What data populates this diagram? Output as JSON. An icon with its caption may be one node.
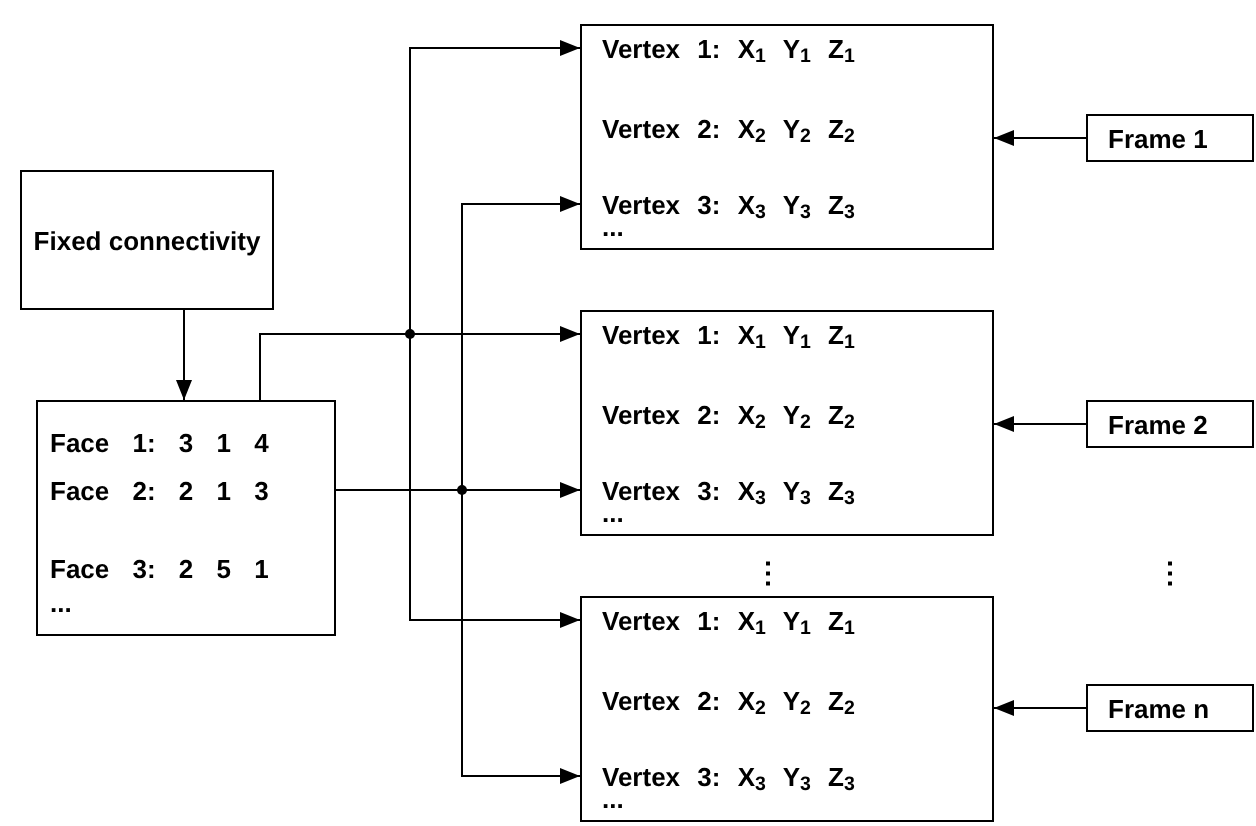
{
  "diagram": {
    "nodes": [
      {
        "text": [
          "Fixed connectivity"
        ]
      },
      {
        "text": [
          "Face 1: 3 1 4",
          "Face 2: 2 1 3",
          "Face 3: 2 5 1",
          "..."
        ]
      },
      {
        "text": [
          "Vertex 1: X$_{1}$ Y$_{1}$ Z$_{1}$",
          "Vertex 2: X$_{2}$ Y$_{2}$ Z$_{2}$",
          "Vertex 3: X$_{3}$ Y$_{3}$ Z$_{3}$",
          "..."
        ]
      },
      {
        "text": [
          "Vertex 1: X$_{1}$ Y$_{1}$ Z$_{1}$",
          "Vertex 2: X$_{2}$ Y$_{2}$ Z$_{2}$",
          "Vertex 3: X$_{3}$ Y$_{3}$ Z$_{3}$",
          "..."
        ]
      },
      {
        "text": [
          "Vertex 1: X$_{1}$ Y$_{1}$ Z$_{1}$",
          "Vertex 2: X$_{2}$ Y$_{2}$ Z$_{2}$",
          "Vertex 3: X$_{3}$ Y$_{3}$ Z$_{3}$",
          "..."
        ]
      },
      {
        "text": [
          "Frame 1"
        ]
      },
      {
        "text": [
          "Frame 2"
        ]
      },
      {
        "text": [
          "Frame n"
        ]
      }
    ],
    "edges": [
      {
        "from": 0,
        "to": 1,
        "arrow": "to"
      },
      {
        "from": 1,
        "to": 2,
        "arrow": "to"
      },
      {
        "from": 1,
        "to": 3,
        "arrow": "to"
      },
      {
        "from": 1,
        "to": 4,
        "arrow": "to"
      },
      {
        "from": 1,
        "to": 2,
        "arrow": "to"
      },
      {
        "from": 1,
        "to": 3,
        "arrow": "to"
      },
      {
        "from": 1,
        "to": 4,
        "arrow": "to"
      },
      {
        "from": 5,
        "to": 2,
        "arrow": "to"
      },
      {
        "from": 6,
        "to": 3,
        "arrow": "to"
      },
      {
        "from": 7,
        "to": 4,
        "arrow": "to"
      }
    ],
    "labels": [
      "⋮",
      "⋮"
    ]
  }
}
